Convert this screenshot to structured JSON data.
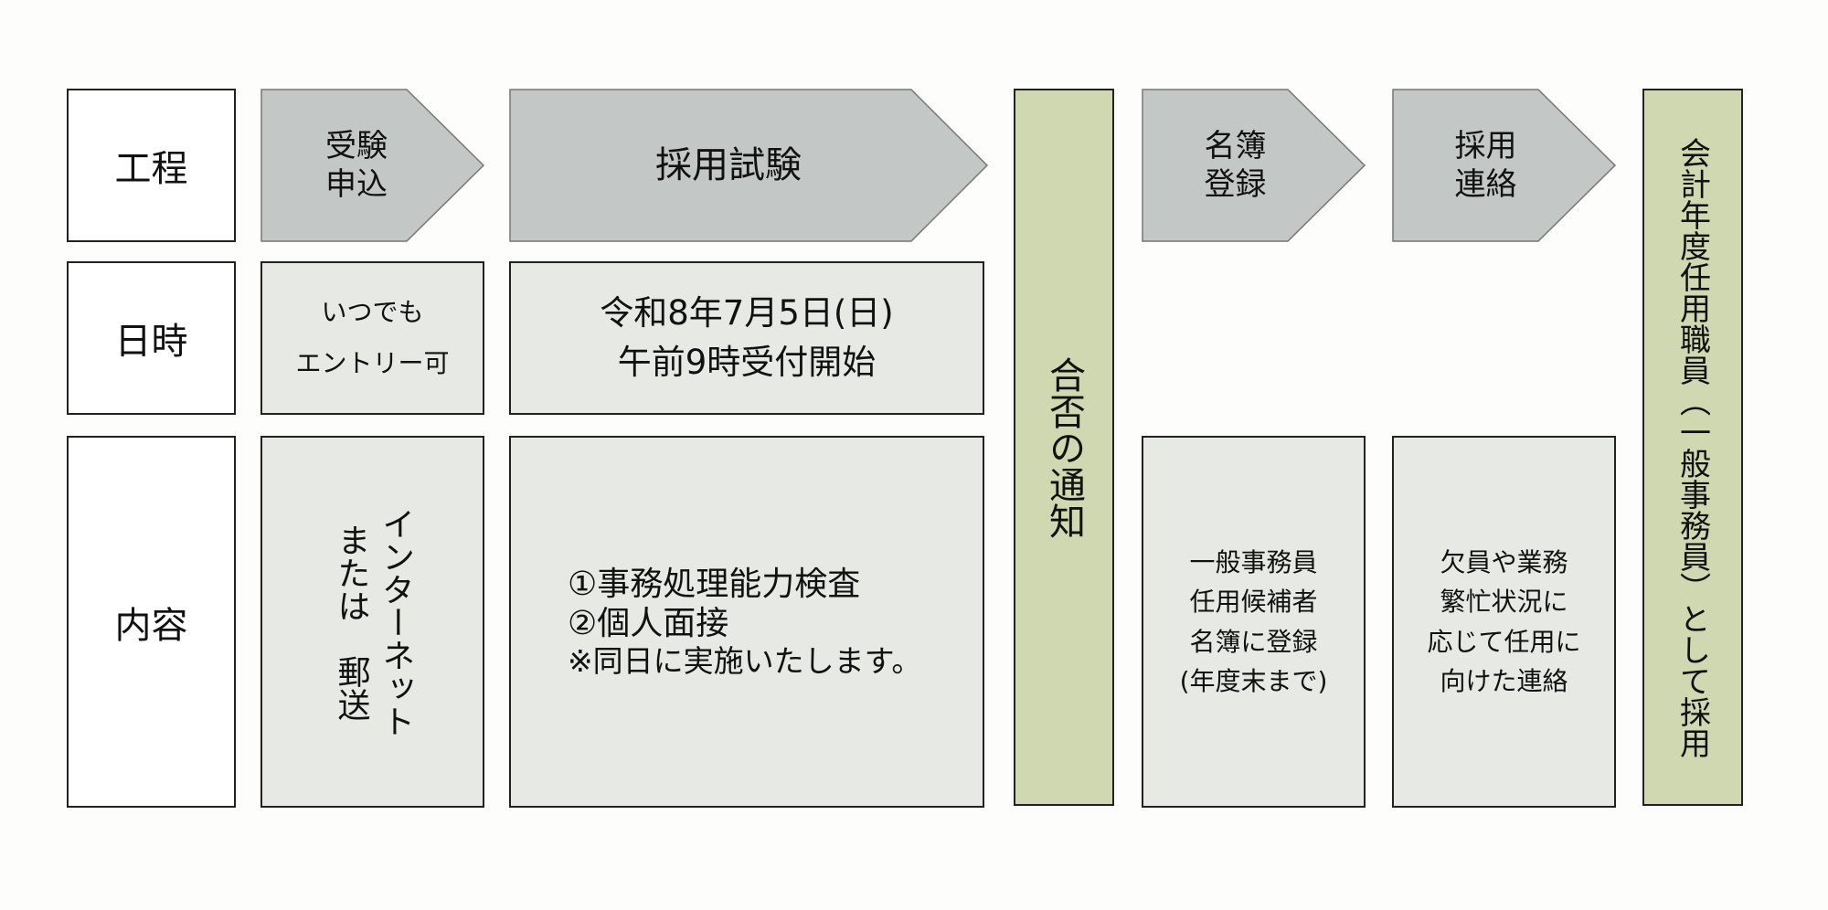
{
  "row_labels": {
    "process": "工程",
    "datetime": "日時",
    "content": "内容"
  },
  "steps": {
    "apply": "受験\n申込",
    "exam": "採用試験",
    "notice": "合否の通知",
    "register": "名簿\n登録",
    "contact": "採用\n連絡",
    "hire": "会計年度任用職員（一般事務員）として採用"
  },
  "datetime": {
    "apply_line1": "いつでも",
    "apply_line2": "エントリー可",
    "exam_line1": "令和8年7月5日(日)",
    "exam_line2": "午前9時受付開始"
  },
  "content": {
    "apply": "インターネット\nまたは　郵送",
    "exam_line1": "①事務処理能力検査",
    "exam_line2": "②個人面接",
    "exam_line3": "※同日に実施いたします。",
    "register_line1": "一般事務員",
    "register_line2": "任用候補者",
    "register_line3": "名簿に登録",
    "register_line4": "(年度末まで)",
    "contact_line1": "欠員や業務",
    "contact_line2": "繁忙状況に",
    "contact_line3": "応じて任用に",
    "contact_line4": "向けた連絡"
  },
  "colors": {
    "arrow_fill": "#c3c7c6",
    "light_fill": "#e6e9e4",
    "green_fill": "#cfd8b0",
    "border": "#222222"
  }
}
